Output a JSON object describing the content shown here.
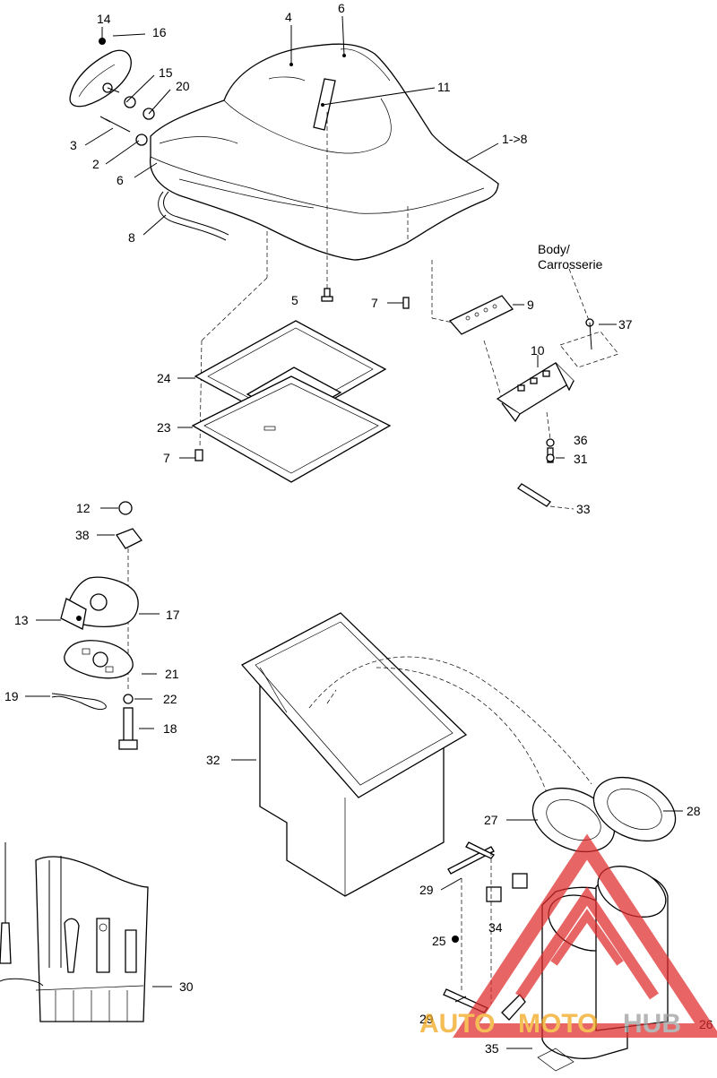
{
  "callouts": {
    "c14": "14",
    "c16": "16",
    "c15": "15",
    "c20": "20",
    "c3": "3",
    "c2": "2",
    "c6a": "6",
    "c8": "8",
    "c4": "4",
    "c6b": "6",
    "c11": "11",
    "c1to8": "1->8",
    "body_line1": "Body/",
    "body_line2": "Carrosserie",
    "c5": "5",
    "c7a": "7",
    "c9": "9",
    "c37": "37",
    "c10": "10",
    "c24": "24",
    "c23": "23",
    "c7b": "7",
    "c36": "36",
    "c31": "31",
    "c33": "33",
    "c12": "12",
    "c38": "38",
    "c13": "13",
    "c17": "17",
    "c21": "21",
    "c19": "19",
    "c22": "22",
    "c18": "18",
    "c32": "32",
    "c27": "27",
    "c28": "28",
    "c29a": "29",
    "c34": "34",
    "c25": "25",
    "c30": "30",
    "c29b": "29",
    "c35": "35",
    "c26": "26"
  },
  "watermark": {
    "auto": "AUTO",
    "moto": "MOTO",
    "hub": "HUB",
    "colors": {
      "red": "#e02a2a",
      "orange": "#f2a516",
      "gray": "#9a9a9a"
    }
  }
}
